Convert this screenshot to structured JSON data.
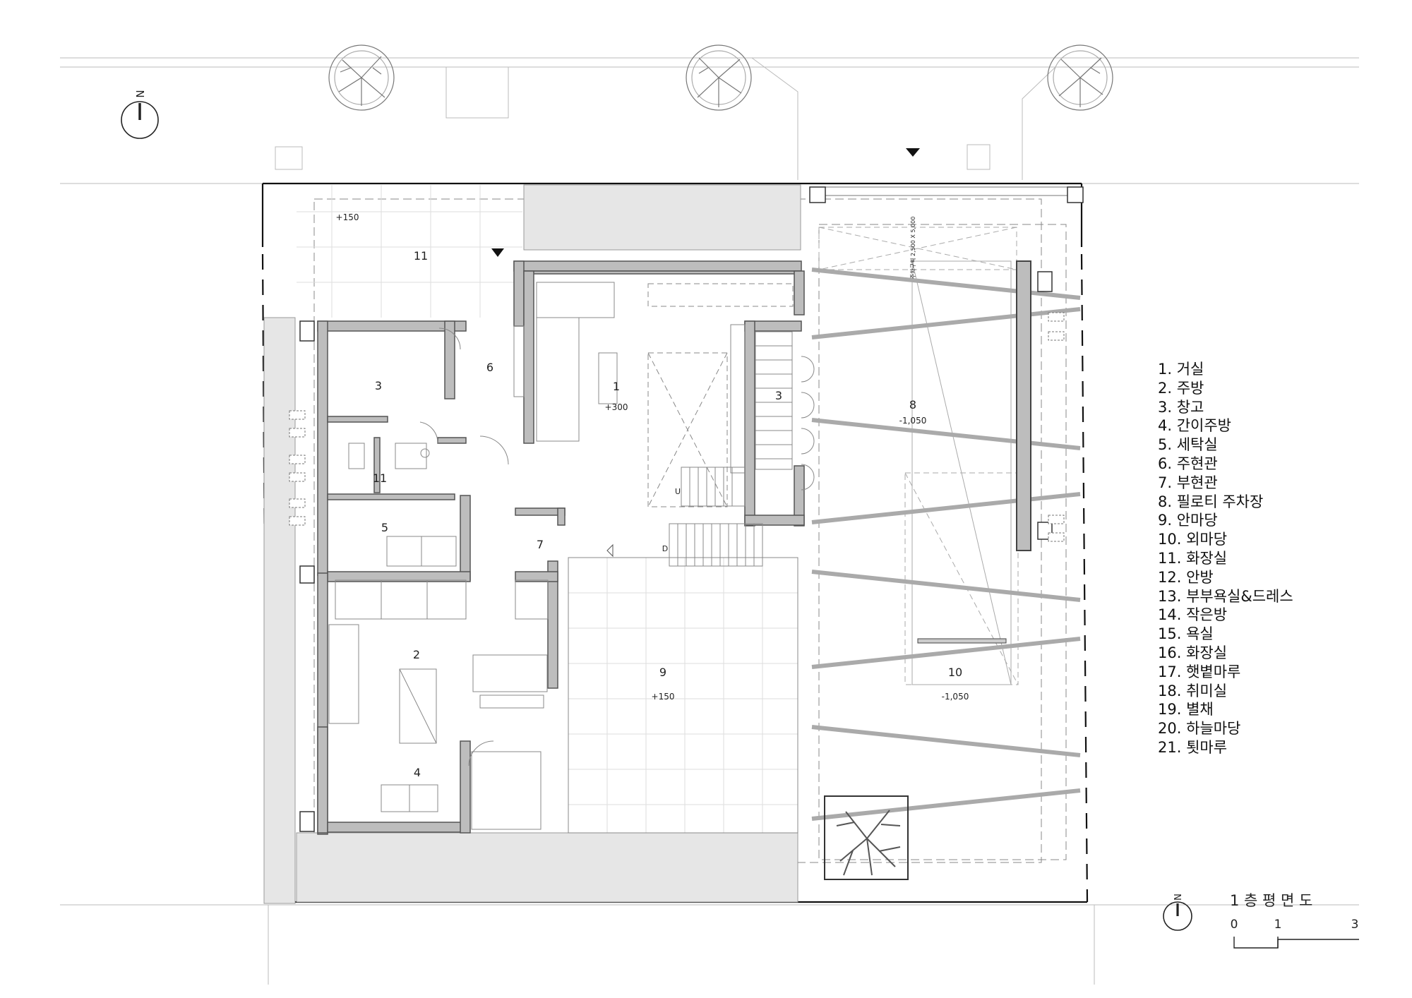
{
  "title": "1 층 평 면 도",
  "north_label": "N",
  "scale_bar": {
    "ticks": [
      "0",
      "1",
      "3"
    ]
  },
  "legend": [
    "1. 거실",
    "2. 주방",
    "3. 창고",
    "4. 간이주방",
    "5. 세탁실",
    "6. 주현관",
    "7. 부현관",
    "8. 필로티 주차장",
    "9. 안마당",
    "10. 외마당",
    "11. 화장실",
    "12. 안방",
    "13. 부부욕실&드레스",
    "14. 작은방",
    "15. 욕실",
    "16. 화장실",
    "17. 햇볕마루",
    "18. 취미실",
    "19. 별채",
    "20. 하늘마당",
    "21. 툇마루"
  ],
  "rooms": {
    "r1": "1",
    "r2": "2",
    "r3a": "3",
    "r3b": "3",
    "r4": "4",
    "r5": "5",
    "r6": "6",
    "r7": "7",
    "r8": "8",
    "r9": "9",
    "r10": "10",
    "r11a": "11",
    "r11b": "11"
  },
  "levels": {
    "l11": "+150",
    "l1": "+300",
    "l8": "-1,050",
    "l9": "+150",
    "l10": "-1,050"
  },
  "stairs": {
    "up": "U",
    "down": "D"
  },
  "parking_note": "주차구획 2,500 X 5,000",
  "colors": {
    "line": "#6b6b6b",
    "wall": "#555555",
    "wall_fill": "#bdbdbd",
    "ink": "#222222"
  }
}
